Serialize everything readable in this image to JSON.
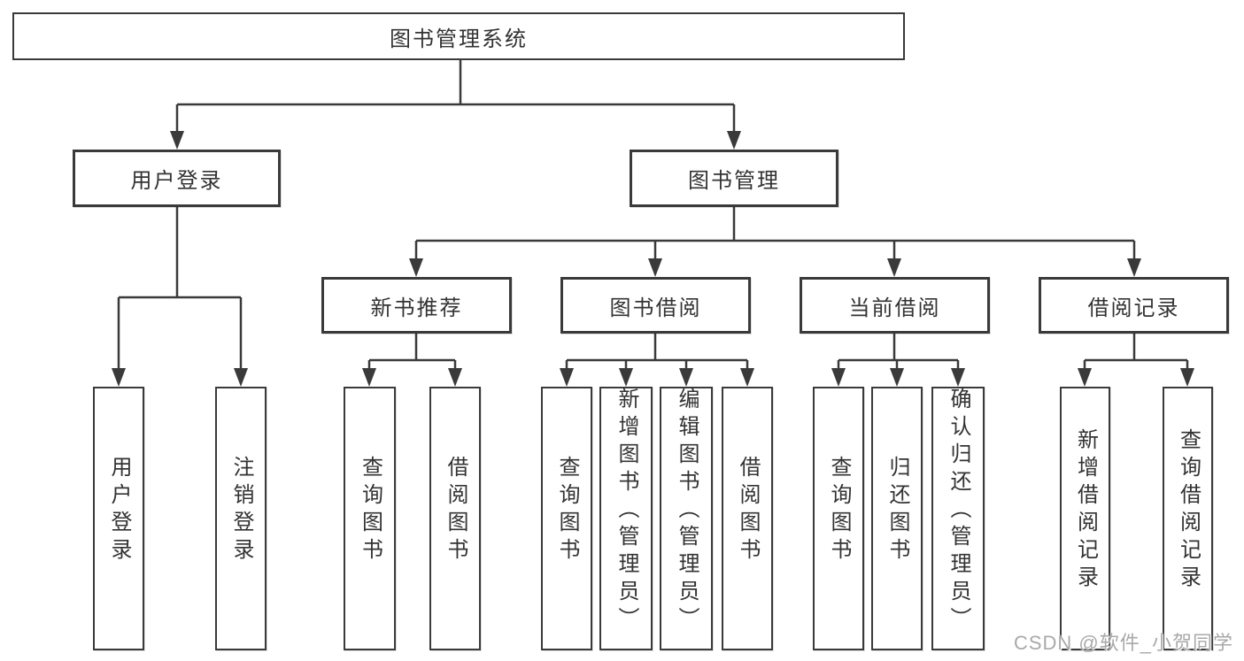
{
  "tree": {
    "label": "图书管理系统",
    "children": [
      {
        "label": "用户登录",
        "children": [
          {
            "label": "用户登录"
          },
          {
            "label": "注销登录"
          }
        ]
      },
      {
        "label": "图书管理",
        "children": [
          {
            "label": "新书推荐",
            "children": [
              {
                "label": "查询图书"
              },
              {
                "label": "借阅图书"
              }
            ]
          },
          {
            "label": "图书借阅",
            "children": [
              {
                "label": "查询图书"
              },
              {
                "label": "新增图书（管理员）"
              },
              {
                "label": "编辑图书（管理员）"
              },
              {
                "label": "借阅图书"
              }
            ]
          },
          {
            "label": "当前借阅",
            "children": [
              {
                "label": "查询图书"
              },
              {
                "label": "归还图书"
              },
              {
                "label": "确认归还（管理员）"
              }
            ]
          },
          {
            "label": "借阅记录",
            "children": [
              {
                "label": "新增借阅记录"
              },
              {
                "label": "查询借阅记录"
              }
            ]
          }
        ]
      }
    ]
  },
  "watermark": "CSDN @软件_小贺同学",
  "colors": {
    "line": "#3a3a3a",
    "text": "#333333",
    "watermark": "#a9a9a9",
    "background": "#ffffff"
  }
}
